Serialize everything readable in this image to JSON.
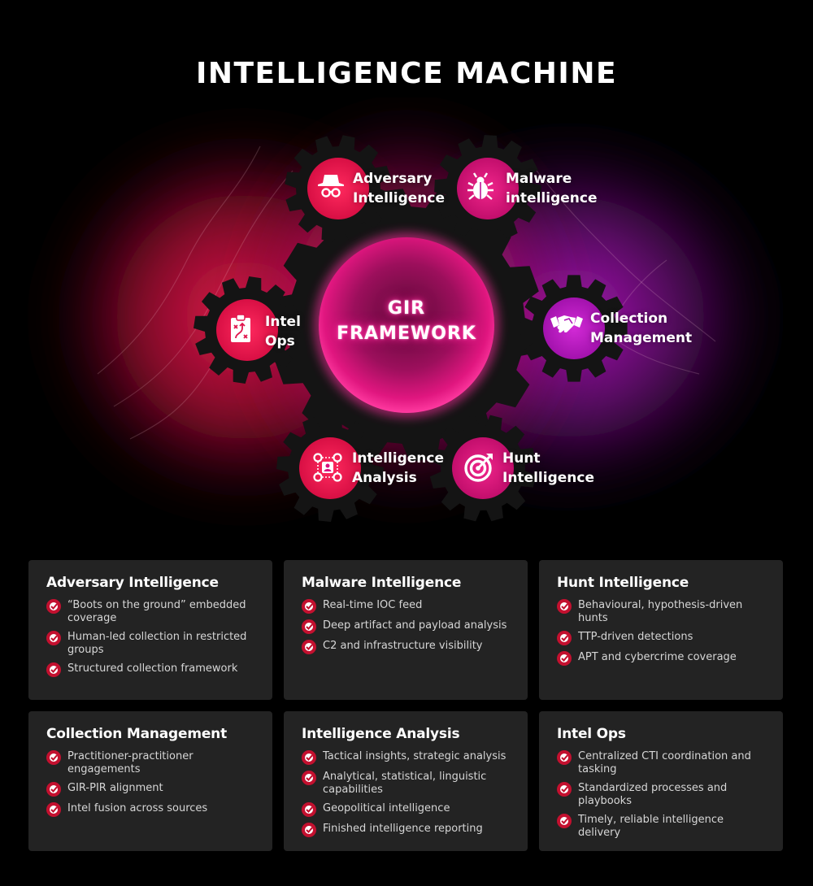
{
  "title": "INTELLIGENCE MACHINE",
  "core": {
    "label": "GIR\nFRAMEWORK"
  },
  "colors": {
    "background": "#000000",
    "crimson": "#e0144c",
    "magenta": "#d8107e",
    "violet": "#b01ab8",
    "gear_dark": "#141414",
    "card_bg": "#232323",
    "check_ring": "#c3102f",
    "card_text": "#d6d6d6"
  },
  "gears": [
    {
      "id": "adversary",
      "label": "Adversary\nIntelligence",
      "icon": "spy-hat-glasses-icon"
    },
    {
      "id": "malware",
      "label": "Malware\nintelligence",
      "icon": "bug-icon"
    },
    {
      "id": "intel-ops",
      "label": "Intel\nOps",
      "icon": "clipboard-strategy-icon"
    },
    {
      "id": "collection",
      "label": "Collection\nManagement",
      "icon": "handshake-icon"
    },
    {
      "id": "analysis",
      "label": "Intelligence\nAnalysis",
      "icon": "network-people-icon"
    },
    {
      "id": "hunt",
      "label": "Hunt\nIntelligence",
      "icon": "target-arrow-icon"
    }
  ],
  "cards": [
    {
      "title": "Adversary Intelligence",
      "items": [
        "“Boots on the ground” embedded coverage",
        "Human-led collection in restricted groups",
        "Structured collection framework"
      ]
    },
    {
      "title": "Malware Intelligence",
      "items": [
        "Real-time IOC feed",
        "Deep artifact and payload analysis",
        "C2 and infrastructure visibility"
      ]
    },
    {
      "title": "Hunt Intelligence",
      "items": [
        "Behavioural, hypothesis-driven hunts",
        "TTP-driven detections",
        "APT and cybercrime coverage"
      ]
    },
    {
      "title": "Collection Management",
      "items": [
        "Practitioner-practitioner engagements",
        "GIR-PIR alignment",
        "Intel fusion across sources"
      ]
    },
    {
      "title": "Intelligence Analysis",
      "items": [
        "Tactical insights, strategic analysis",
        "Analytical, statistical, linguistic capabilities",
        "Geopolitical intelligence",
        "Finished intelligence reporting"
      ]
    },
    {
      "title": "Intel Ops",
      "items": [
        "Centralized CTI coordination and tasking",
        "Standardized processes and playbooks",
        "Timely, reliable intelligence delivery"
      ]
    }
  ],
  "icons": {
    "check": "check-circle-icon"
  }
}
